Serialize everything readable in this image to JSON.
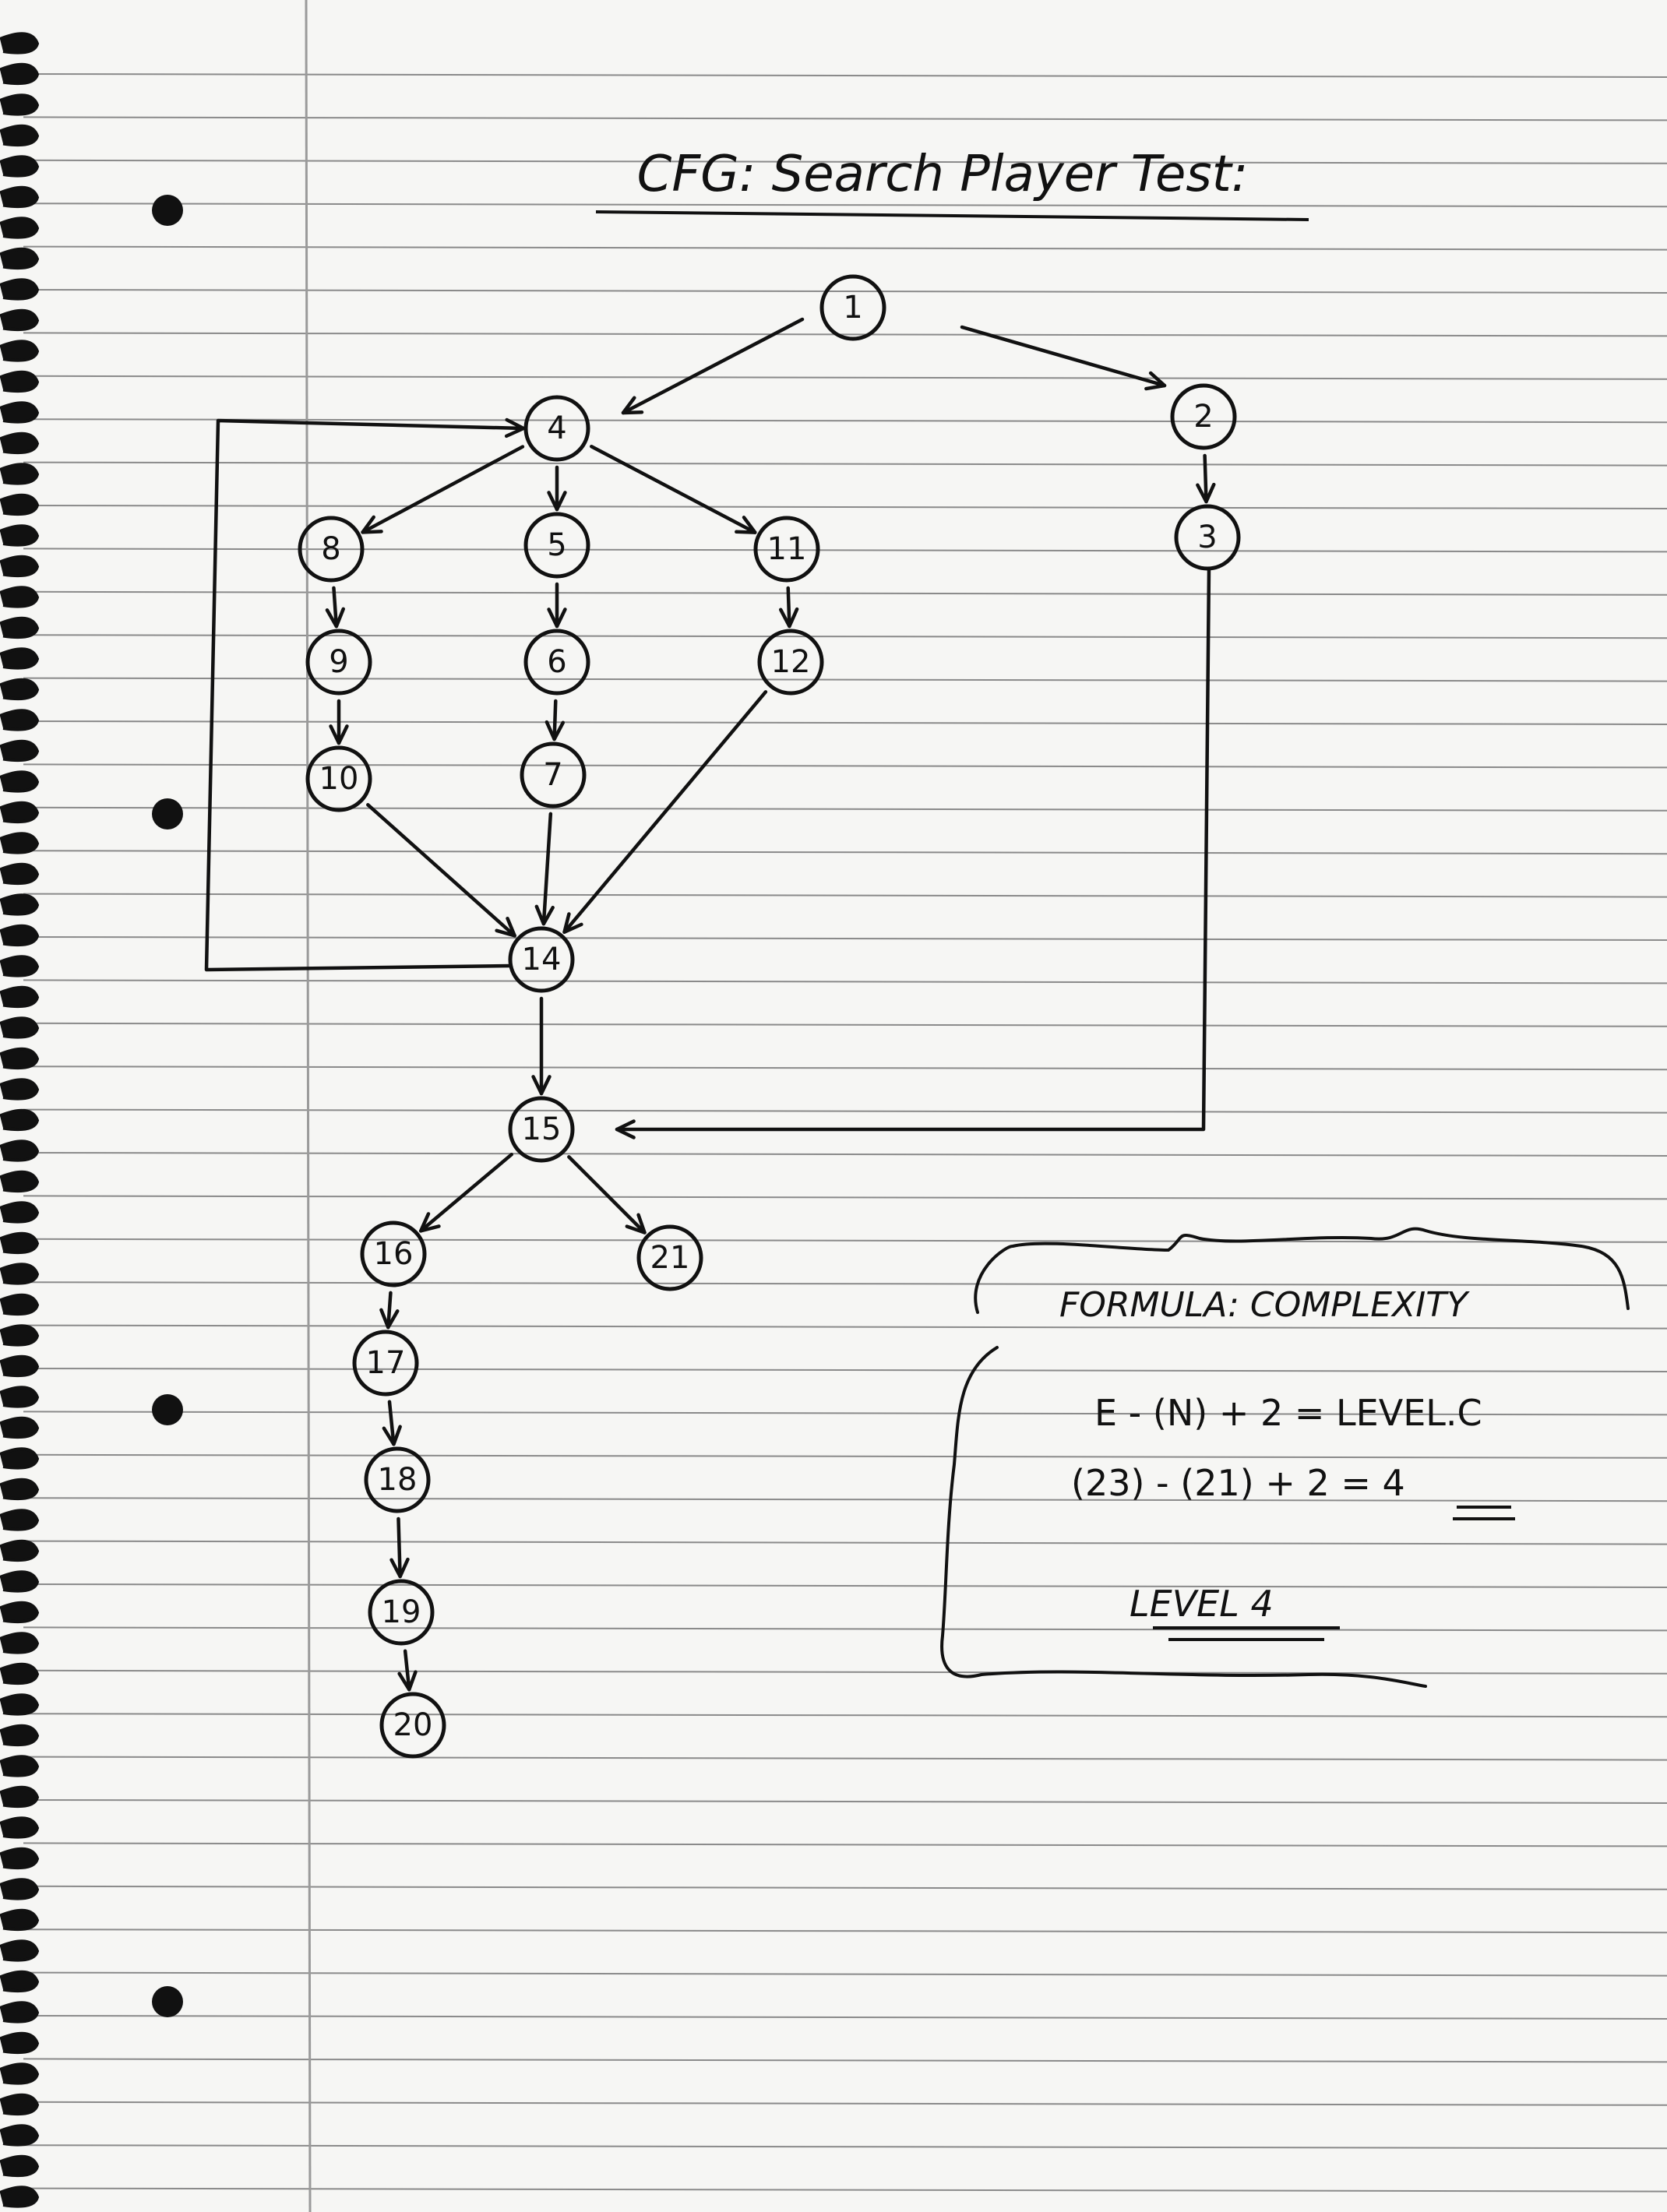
{
  "title": "CFG: Search Player Test:",
  "nodes": [
    {
      "id": "1",
      "label": "1"
    },
    {
      "id": "2",
      "label": "2"
    },
    {
      "id": "3",
      "label": "3"
    },
    {
      "id": "4",
      "label": "4"
    },
    {
      "id": "5",
      "label": "5"
    },
    {
      "id": "6",
      "label": "6"
    },
    {
      "id": "7",
      "label": "7"
    },
    {
      "id": "8",
      "label": "8"
    },
    {
      "id": "9",
      "label": "9"
    },
    {
      "id": "10",
      "label": "10"
    },
    {
      "id": "11",
      "label": "11"
    },
    {
      "id": "12",
      "label": "12"
    },
    {
      "id": "14",
      "label": "14"
    },
    {
      "id": "15",
      "label": "15"
    },
    {
      "id": "16",
      "label": "16"
    },
    {
      "id": "17",
      "label": "17"
    },
    {
      "id": "18",
      "label": "18"
    },
    {
      "id": "19",
      "label": "19"
    },
    {
      "id": "20",
      "label": "20"
    },
    {
      "id": "21",
      "label": "21"
    }
  ],
  "edges": [
    {
      "from": "1",
      "to": "4"
    },
    {
      "from": "1",
      "to": "2"
    },
    {
      "from": "2",
      "to": "3"
    },
    {
      "from": "4",
      "to": "8"
    },
    {
      "from": "4",
      "to": "5"
    },
    {
      "from": "4",
      "to": "11"
    },
    {
      "from": "8",
      "to": "9"
    },
    {
      "from": "9",
      "to": "10"
    },
    {
      "from": "5",
      "to": "6"
    },
    {
      "from": "6",
      "to": "7"
    },
    {
      "from": "11",
      "to": "12"
    },
    {
      "from": "10",
      "to": "14"
    },
    {
      "from": "7",
      "to": "14"
    },
    {
      "from": "12",
      "to": "14"
    },
    {
      "from": "14",
      "to": "4"
    },
    {
      "from": "14",
      "to": "15"
    },
    {
      "from": "3",
      "to": "15"
    },
    {
      "from": "15",
      "to": "16"
    },
    {
      "from": "15",
      "to": "21"
    },
    {
      "from": "16",
      "to": "17"
    },
    {
      "from": "17",
      "to": "18"
    },
    {
      "from": "18",
      "to": "19"
    },
    {
      "from": "19",
      "to": "20"
    }
  ],
  "note": {
    "heading": "FORMULA: COMPLEXITY",
    "formula": "E - (N) + 2 = LEVEL.C",
    "calculation": "(23) - (21) + 2 = 4",
    "result": "LEVEL 4"
  }
}
